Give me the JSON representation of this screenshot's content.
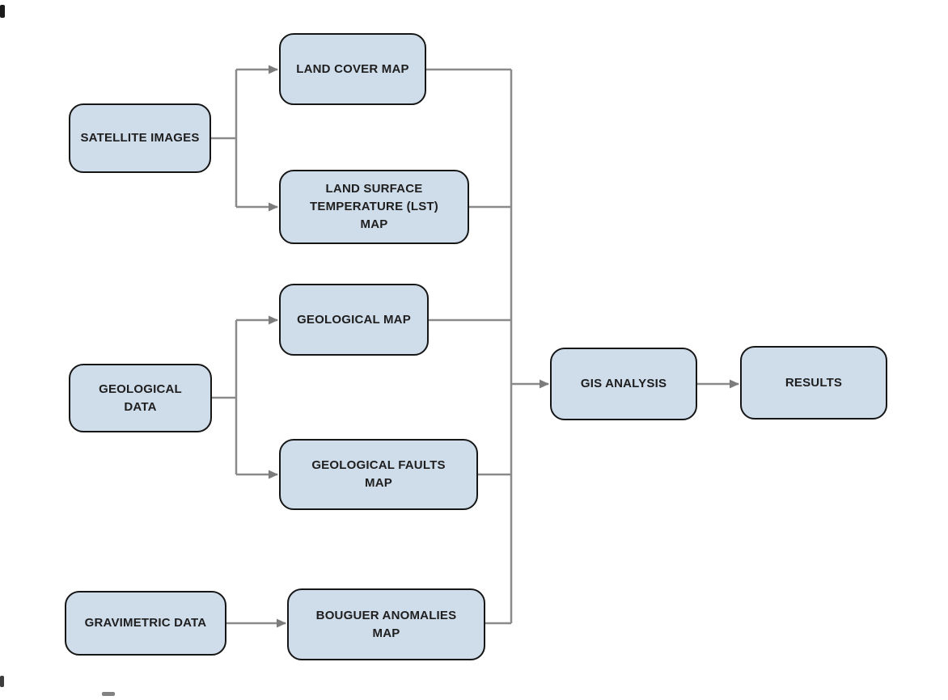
{
  "diagram": {
    "type": "flowchart",
    "colors": {
      "background": "#ffffff",
      "node_fill": "#cfdcea",
      "node_border": "#161616",
      "connector": "#8a8a8a",
      "arrowhead": "#7c7c7c"
    },
    "nodes": {
      "satellite_images": {
        "label": "SATELLITE IMAGES"
      },
      "land_cover_map": {
        "label": "LAND COVER MAP"
      },
      "lst_map": {
        "label": "LAND SURFACE TEMPERATURE (LST) MAP"
      },
      "geological_data": {
        "label": "GEOLOGICAL DATA"
      },
      "geological_map": {
        "label": "GEOLOGICAL MAP"
      },
      "geological_faults_map": {
        "label": "GEOLOGICAL FAULTS MAP"
      },
      "gravimetric_data": {
        "label": "GRAVIMETRIC DATA"
      },
      "bouguer_anomalies_map": {
        "label": "BOUGUER ANOMALIES MAP"
      },
      "gis_analysis": {
        "label": "GIS ANALYSIS"
      },
      "results": {
        "label": "RESULTS"
      }
    },
    "edges": [
      {
        "from": "satellite_images",
        "to": "land_cover_map"
      },
      {
        "from": "satellite_images",
        "to": "lst_map"
      },
      {
        "from": "geological_data",
        "to": "geological_map"
      },
      {
        "from": "geological_data",
        "to": "geological_faults_map"
      },
      {
        "from": "gravimetric_data",
        "to": "bouguer_anomalies_map"
      },
      {
        "from": "land_cover_map",
        "to": "gis_analysis"
      },
      {
        "from": "lst_map",
        "to": "gis_analysis"
      },
      {
        "from": "geological_map",
        "to": "gis_analysis"
      },
      {
        "from": "geological_faults_map",
        "to": "gis_analysis"
      },
      {
        "from": "bouguer_anomalies_map",
        "to": "gis_analysis"
      },
      {
        "from": "gis_analysis",
        "to": "results"
      }
    ]
  }
}
